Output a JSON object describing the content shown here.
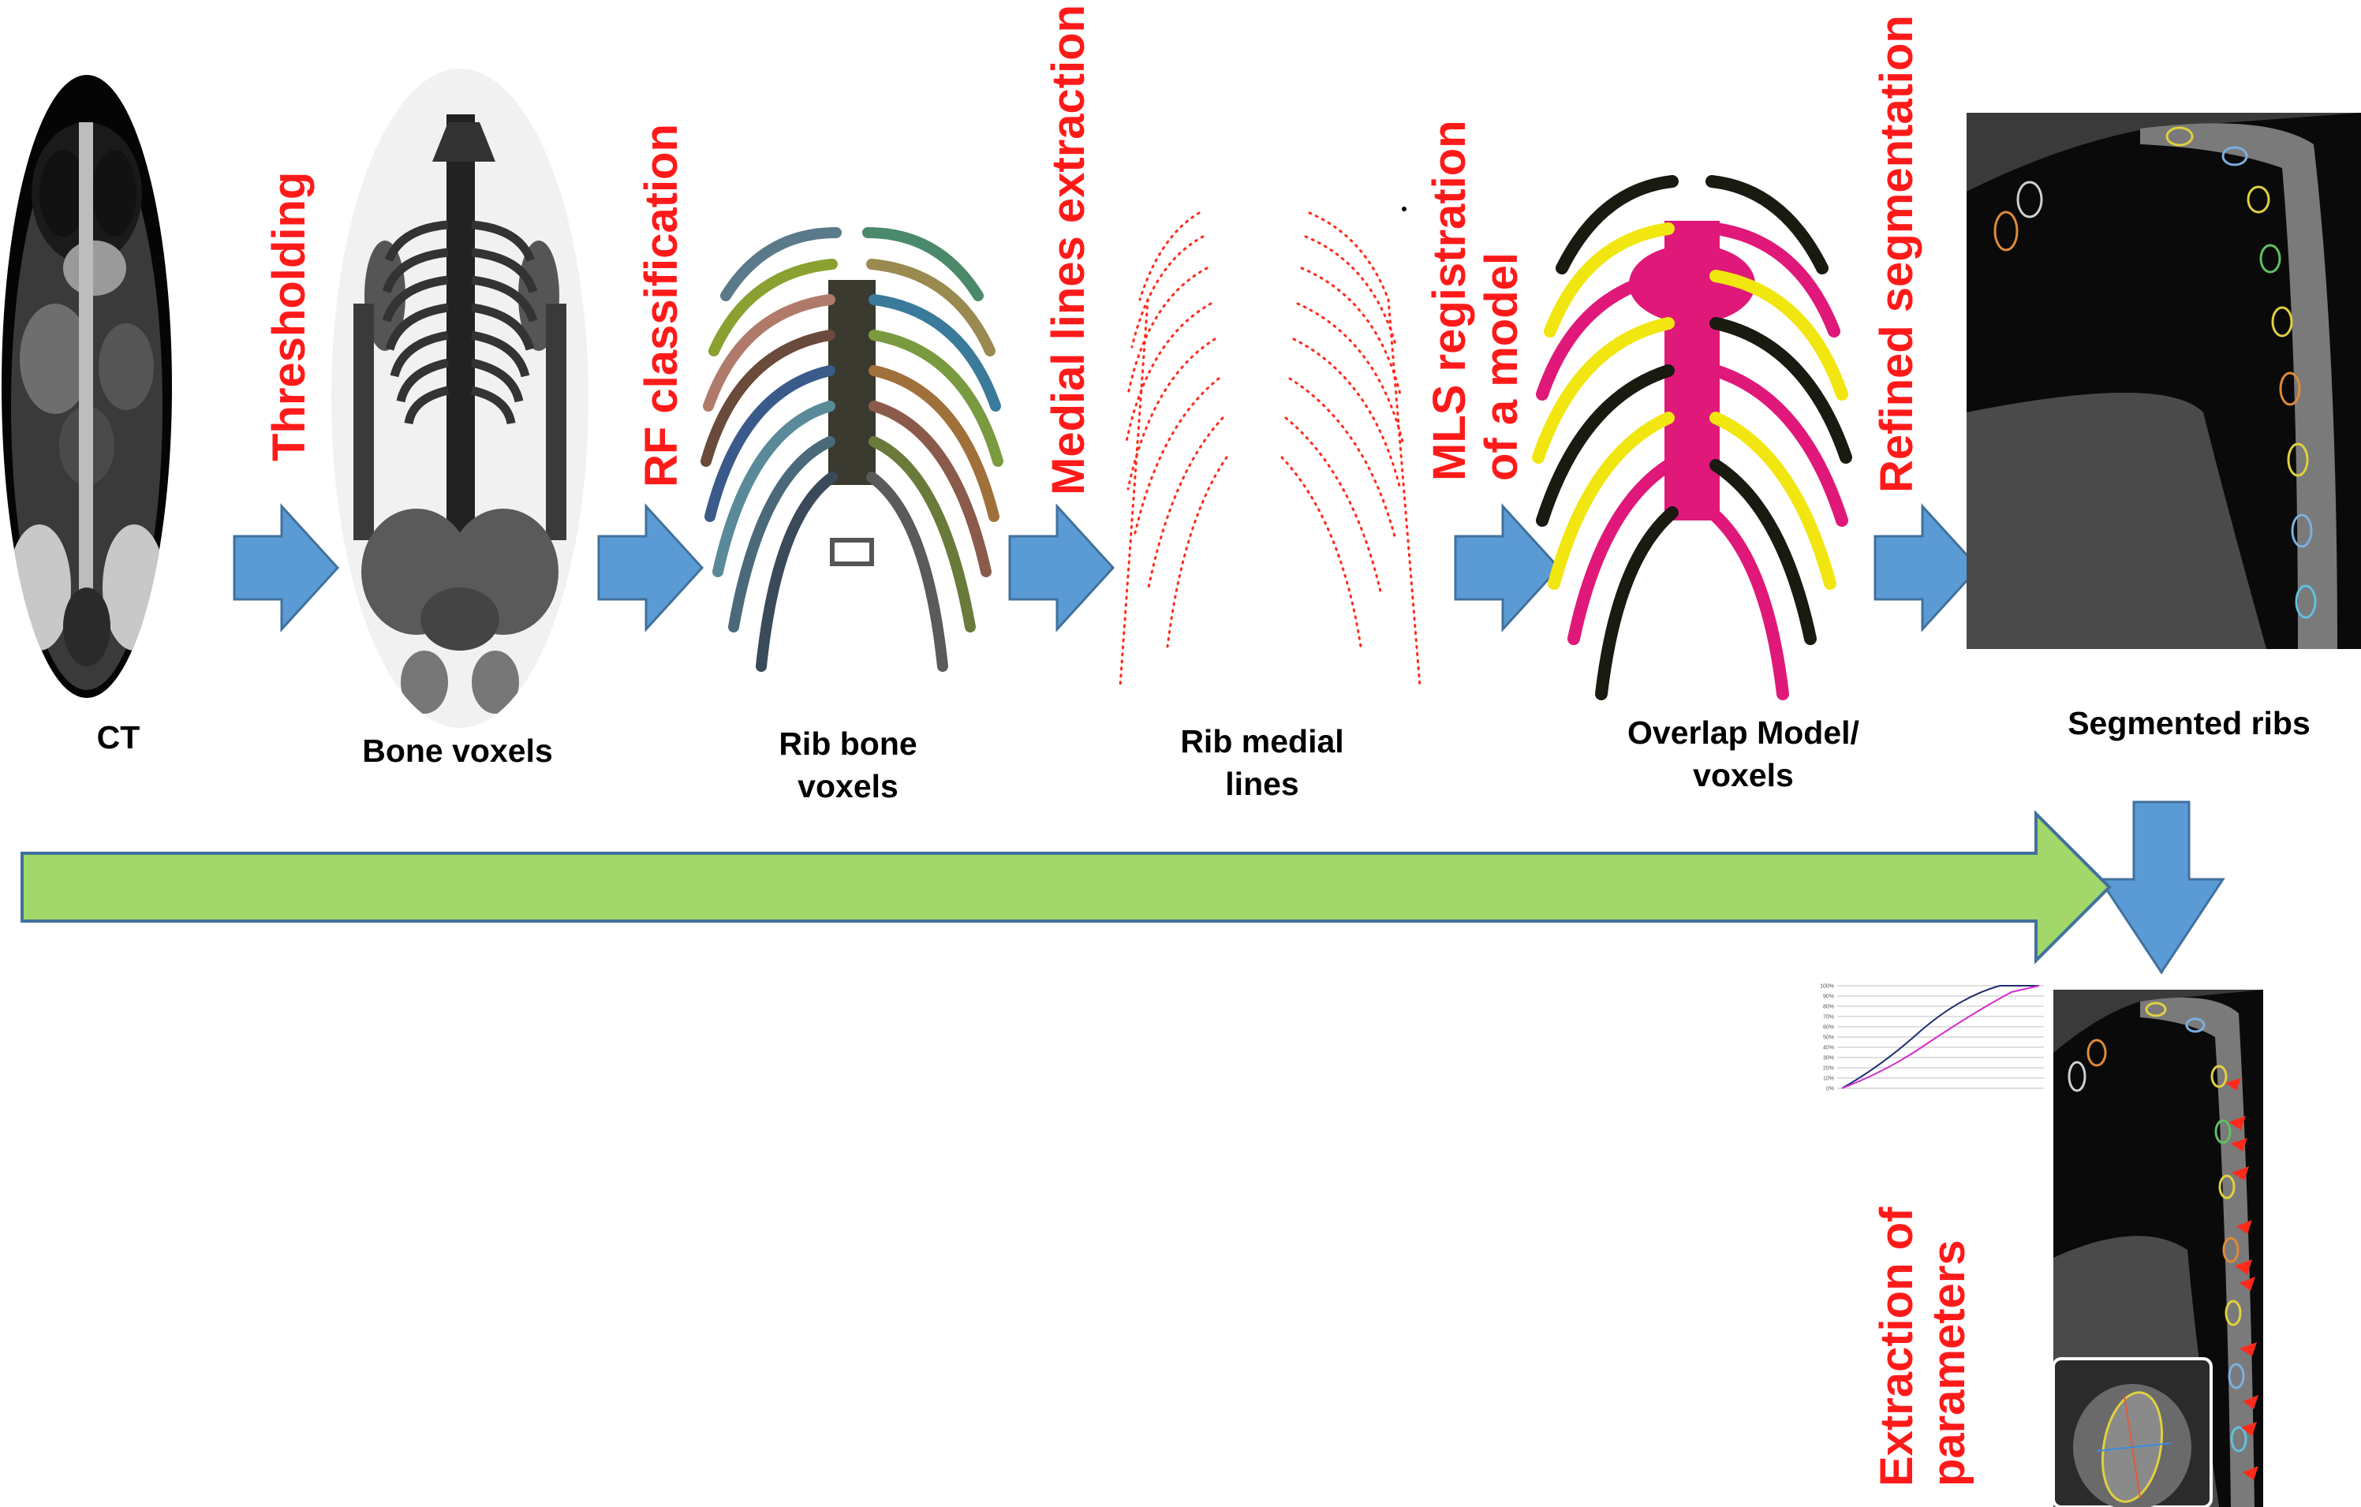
{
  "colors": {
    "step_label": "#ff1a1a",
    "step_arrow": "#5b9bd5",
    "step_arrow_border": "#41719c",
    "main_arrow": "#a2d86a",
    "main_arrow_border": "#41719c",
    "ct_background": "#000000",
    "rib_lines": "#ff2a1a",
    "model_magenta": "#e0187a",
    "model_yellow": "#f2e611"
  },
  "steps": [
    {
      "caption": "CT"
    },
    {
      "label": "Thresholding",
      "caption": "Bone voxels"
    },
    {
      "label": "RF classification",
      "caption_line1": "Rib bone",
      "caption_line2": "voxels"
    },
    {
      "label": "Medial lines extraction",
      "caption_line1": "Rib medial",
      "caption_line2": "lines"
    },
    {
      "label_line1": "MLS registration",
      "label_line2": "of a model",
      "caption_line1": "Overlap Model/",
      "caption_line2": "voxels"
    },
    {
      "label": "Refined segmentation",
      "caption": "Segmented ribs"
    }
  ],
  "final_step": {
    "label_line1": "Extraction of",
    "label_line2": "parameters"
  },
  "inset_chart": {
    "y_ticks": [
      "100%",
      "90%",
      "80%",
      "70%",
      "60%",
      "50%",
      "40%",
      "30%",
      "20%",
      "10%",
      "0%"
    ],
    "series_colors": [
      "#1f2f6e",
      "#d42bd0"
    ]
  }
}
